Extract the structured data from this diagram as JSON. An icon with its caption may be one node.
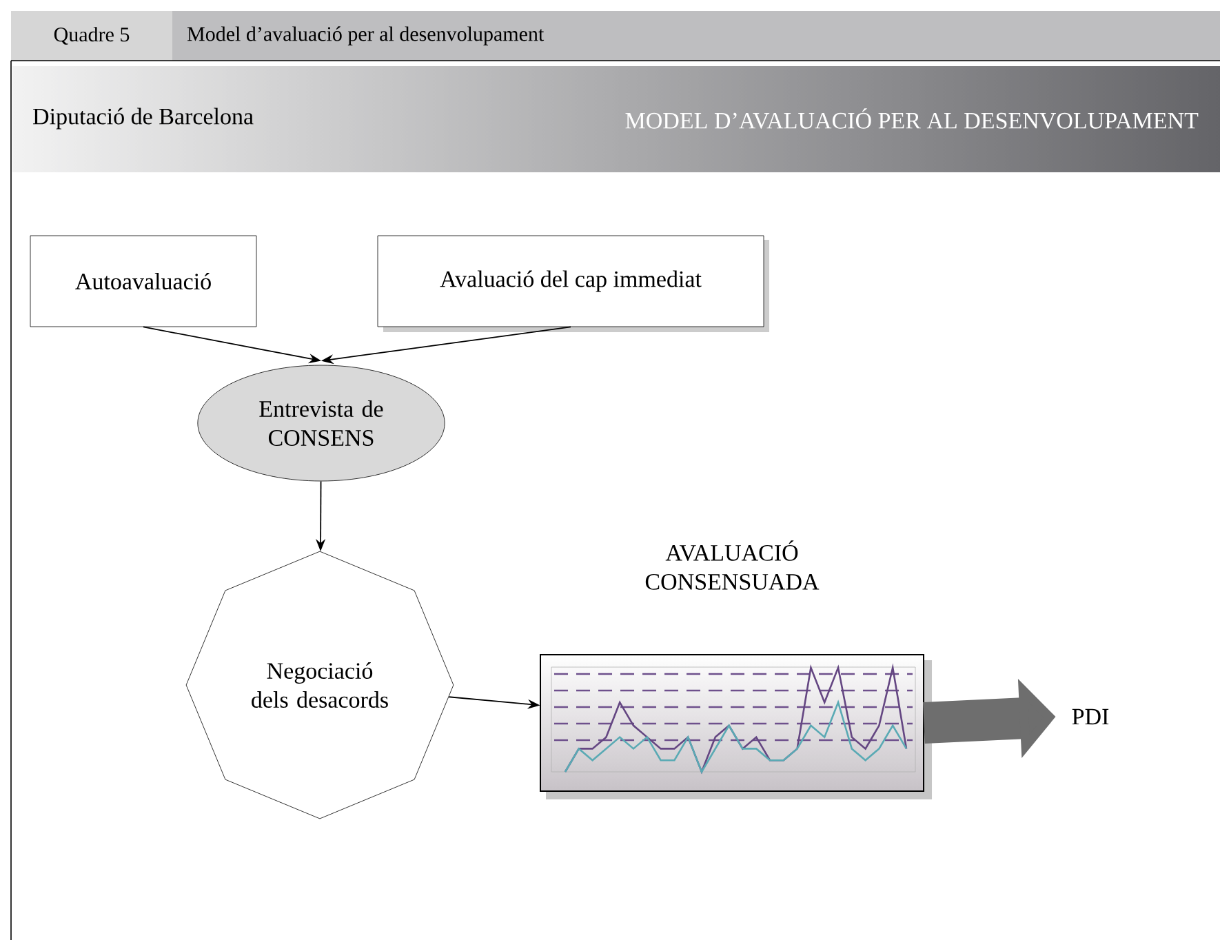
{
  "diagram": {
    "title": "Model d’avaluació per al desenvolupament",
    "nodes": [
      {
        "text": [
          "Autoavaluació"
        ]
      },
      {
        "text": [
          "Avaluació del cap immediat"
        ]
      },
      {
        "text": [
          "Entrevista de CONSENS"
        ]
      },
      {
        "text": [
          "Negociació dels desacords"
        ]
      },
      {
        "text": [
          "AVALUACIÓ CONSENSUADA"
        ]
      },
      {
        "text": [
          "PDI"
        ]
      }
    ],
    "edges": [
      {
        "from": 0,
        "to": 2,
        "arrow": "to"
      },
      {
        "from": 1,
        "to": 2,
        "arrow": "to"
      },
      {
        "from": 2,
        "to": 3,
        "arrow": "to"
      },
      {
        "from": 3,
        "to": 4,
        "arrow": "to"
      },
      {
        "from": 4,
        "to": 5,
        "arrow": "to",
        "style": "thick",
        "color": "#6e6e6e"
      }
    ],
    "labels": [
      "Quadre 5",
      "Diputació de Barcelona",
      "MODEL D’AVALUACIÓ PER AL DESENVOLUPAMENT"
    ]
  }
}
